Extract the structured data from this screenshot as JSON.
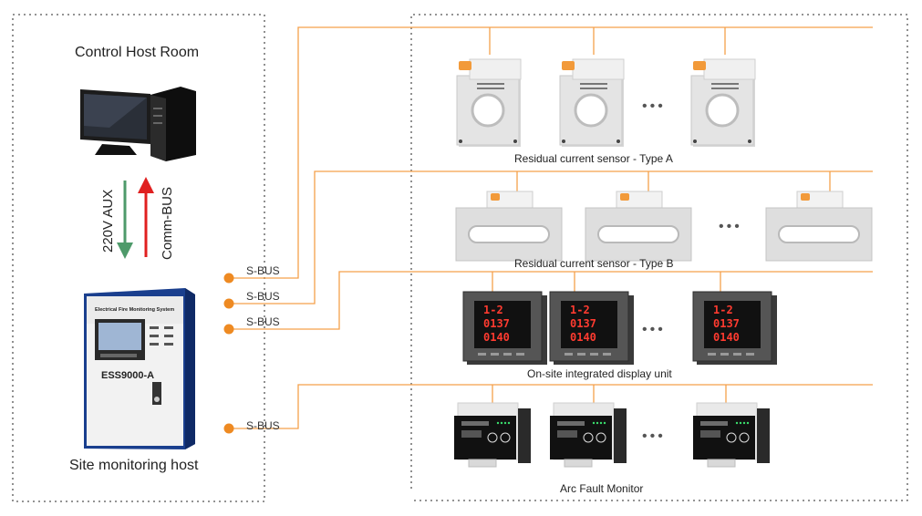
{
  "left_panel": {
    "title": "Control Host Room",
    "aux_label": "220V AUX",
    "comm_label": "Comm-BUS",
    "host_brand": "Electrical Fire Monitoring System",
    "host_model": "ESS9000-A",
    "host_caption": "Site monitoring host"
  },
  "bus_labels": [
    "S-BUS",
    "S-BUS",
    "S-BUS",
    "S-BUS"
  ],
  "rows": [
    {
      "caption": "Residual current sensor - Type A",
      "device": "ct-round-sensor",
      "dots": "•••"
    },
    {
      "caption": "Residual current sensor - Type B",
      "device": "ct-rect-sensor",
      "dots": "•••"
    },
    {
      "caption": "On-site integrated display unit",
      "device": "display-meter",
      "dots": "•••",
      "readings": [
        "1-2",
        "0137",
        "0140"
      ]
    },
    {
      "caption": "Arc Fault Monitor",
      "device": "din-rail-monitor",
      "dots": "•••"
    }
  ],
  "colors": {
    "bus_line": "#F5A04A",
    "bus_dot": "#EE8A22",
    "aux_arrow": "#4E9A6A",
    "comm_arrow": "#E02020",
    "border": "#555555"
  }
}
